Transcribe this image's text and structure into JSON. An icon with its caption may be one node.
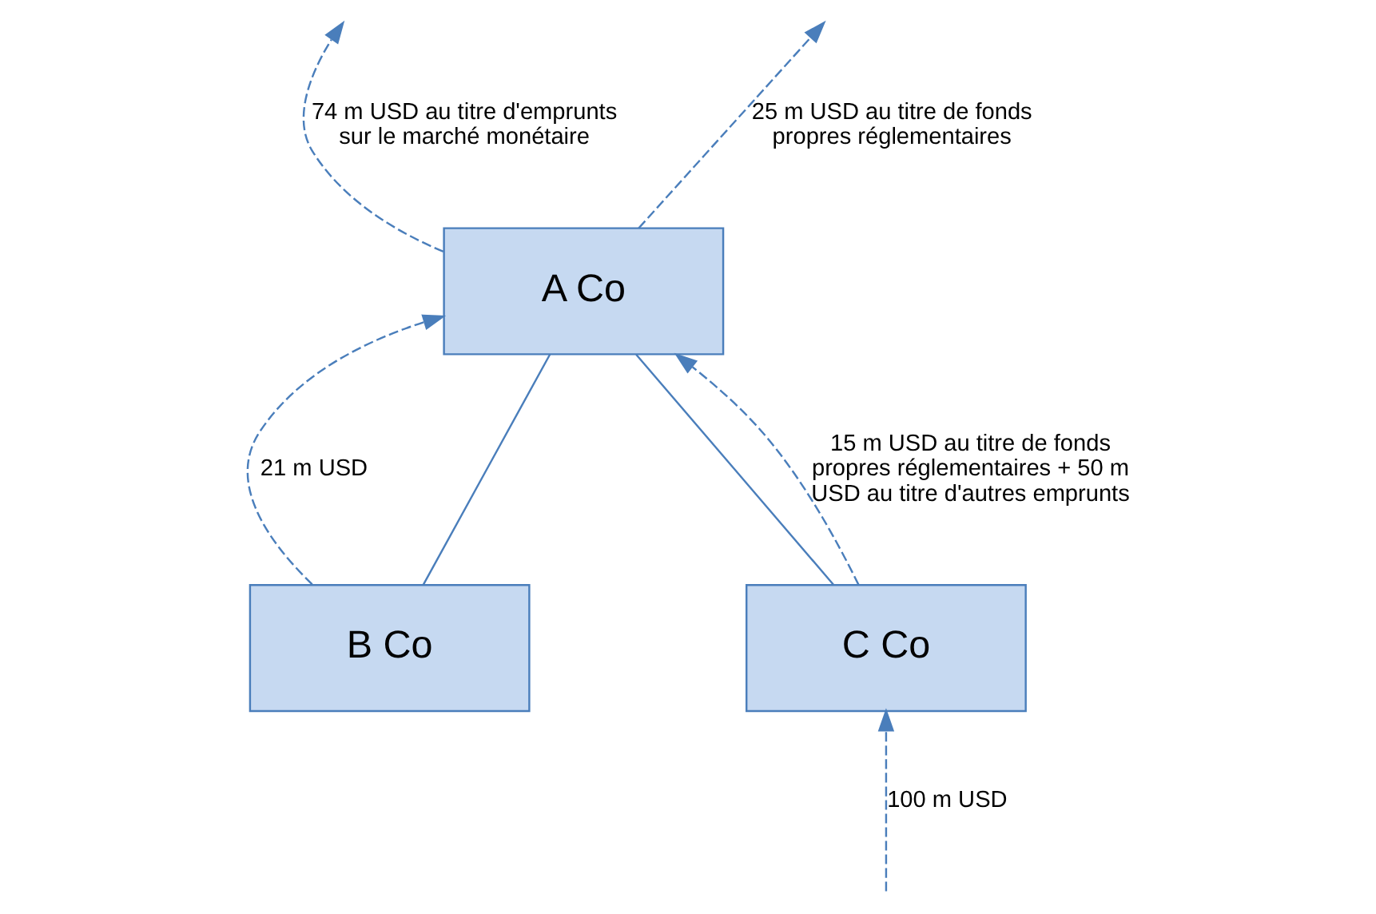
{
  "diagram": {
    "nodes": [
      {
        "text": [
          "A Co"
        ]
      },
      {
        "text": [
          "B Co"
        ]
      },
      {
        "text": [
          "C Co"
        ]
      }
    ],
    "edges": [
      {
        "from": 0,
        "to": null,
        "arrow": "to",
        "style": "dashed",
        "label": "74 m USD au titre d'emprunts sur le marché monétaire"
      },
      {
        "from": 0,
        "to": null,
        "arrow": "to",
        "style": "dashed",
        "label": "25 m USD au titre de fonds propres réglementaires"
      },
      {
        "from": 1,
        "to": 0,
        "arrow": "to",
        "style": "dashed",
        "label": "21 m USD"
      },
      {
        "from": 1,
        "to": 0,
        "arrow": "none"
      },
      {
        "from": 2,
        "to": 0,
        "arrow": "none"
      },
      {
        "from": 2,
        "to": 0,
        "arrow": "to",
        "style": "dashed",
        "label": "15 m USD au titre de fonds propres réglementaires + 50 m USD au titre d'autres emprunts"
      },
      {
        "from": null,
        "to": 2,
        "arrow": "to",
        "style": "dashed",
        "label": "100 m USD"
      }
    ]
  }
}
